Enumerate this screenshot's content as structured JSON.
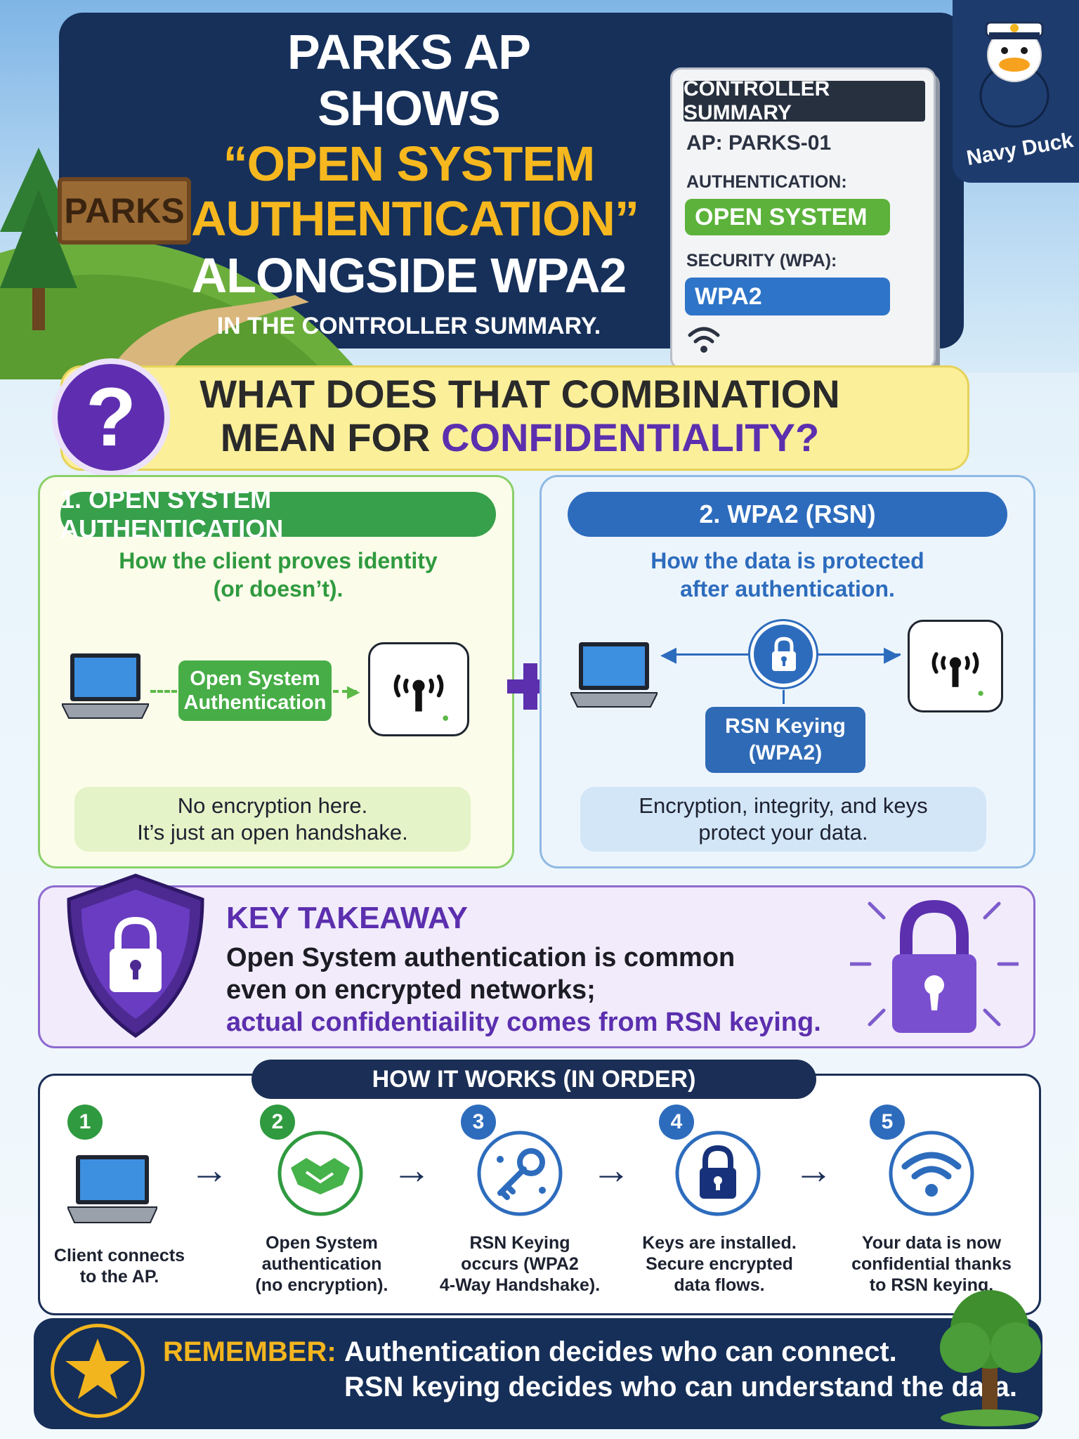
{
  "header": {
    "title_line1": "PARKS AP SHOWS",
    "title_line2": "“OPEN SYSTEM AUTHENTICATION”",
    "title_line3": "ALONGSIDE WPA2",
    "title_line4": "IN THE CONTROLLER SUMMARY.",
    "sign_text": "PARKS"
  },
  "controller_summary": {
    "heading": "CONTROLLER SUMMARY",
    "ap": "AP: PARKS-01",
    "authentication_label": "AUTHENTICATION:",
    "authentication_value": "OPEN SYSTEM",
    "security_label": "SECURITY (WPA):",
    "security_value": "WPA2"
  },
  "mascot": {
    "name": "Navy Duck"
  },
  "question": {
    "symbol": "?",
    "line1": "WHAT DOES THAT COMBINATION",
    "line2_prefix": "MEAN FOR ",
    "line2_accent": "CONFIDENTIALITY?"
  },
  "panel_open": {
    "title": "1. OPEN SYSTEM AUTHENTICATION",
    "subtitle_line1": "How the client proves identity",
    "subtitle_line2": "(or doesn’t).",
    "badge_line1": "Open System",
    "badge_line2": "Authentication",
    "note_line1": "No encryption here.",
    "note_line2": "It’s just an open handshake."
  },
  "panel_wpa": {
    "title": "2. WPA2 (RSN)",
    "subtitle_line1": "How the data is protected",
    "subtitle_line2": "after authentication.",
    "keying_line1": "RSN Keying",
    "keying_line2": "(WPA2)",
    "note_line1": "Encryption, integrity, and keys",
    "note_line2": "protect your data."
  },
  "takeaway": {
    "title": "KEY TAKEAWAY",
    "line1": "Open System authentication is common",
    "line2": "even on encrypted networks;",
    "accent": "actual confidentiaility comes from RSN keying."
  },
  "steps": {
    "title": "HOW IT WORKS (IN ORDER)",
    "items": [
      {
        "num": "1",
        "icon": "laptop-icon",
        "line1": "Client connects",
        "line2": "to the AP.",
        "line3": ""
      },
      {
        "num": "2",
        "icon": "handshake-icon",
        "line1": "Open System",
        "line2": "authentication",
        "line3": "(no encryption)."
      },
      {
        "num": "3",
        "icon": "key-icon",
        "line1": "RSN Keying",
        "line2": "occurs (WPA2",
        "line3": "4-Way Handshake)."
      },
      {
        "num": "4",
        "icon": "lock-icon",
        "line1": "Keys are installed.",
        "line2": "Secure encrypted",
        "line3": "data flows."
      },
      {
        "num": "5",
        "icon": "wifi-icon",
        "line1": "Your data is now",
        "line2": "confidential thanks",
        "line3": "to RSN keying."
      }
    ],
    "arrow": "→"
  },
  "remember": {
    "label": "REMEMBER:",
    "line1": "Authentication decides who can connect.",
    "line2": "RSN keying decides who can understand the data."
  },
  "colors": {
    "navy": "#16305a",
    "gold": "#f6b81e",
    "green": "#36a04a",
    "blue": "#2d6cbd",
    "purple": "#5b2fae"
  }
}
